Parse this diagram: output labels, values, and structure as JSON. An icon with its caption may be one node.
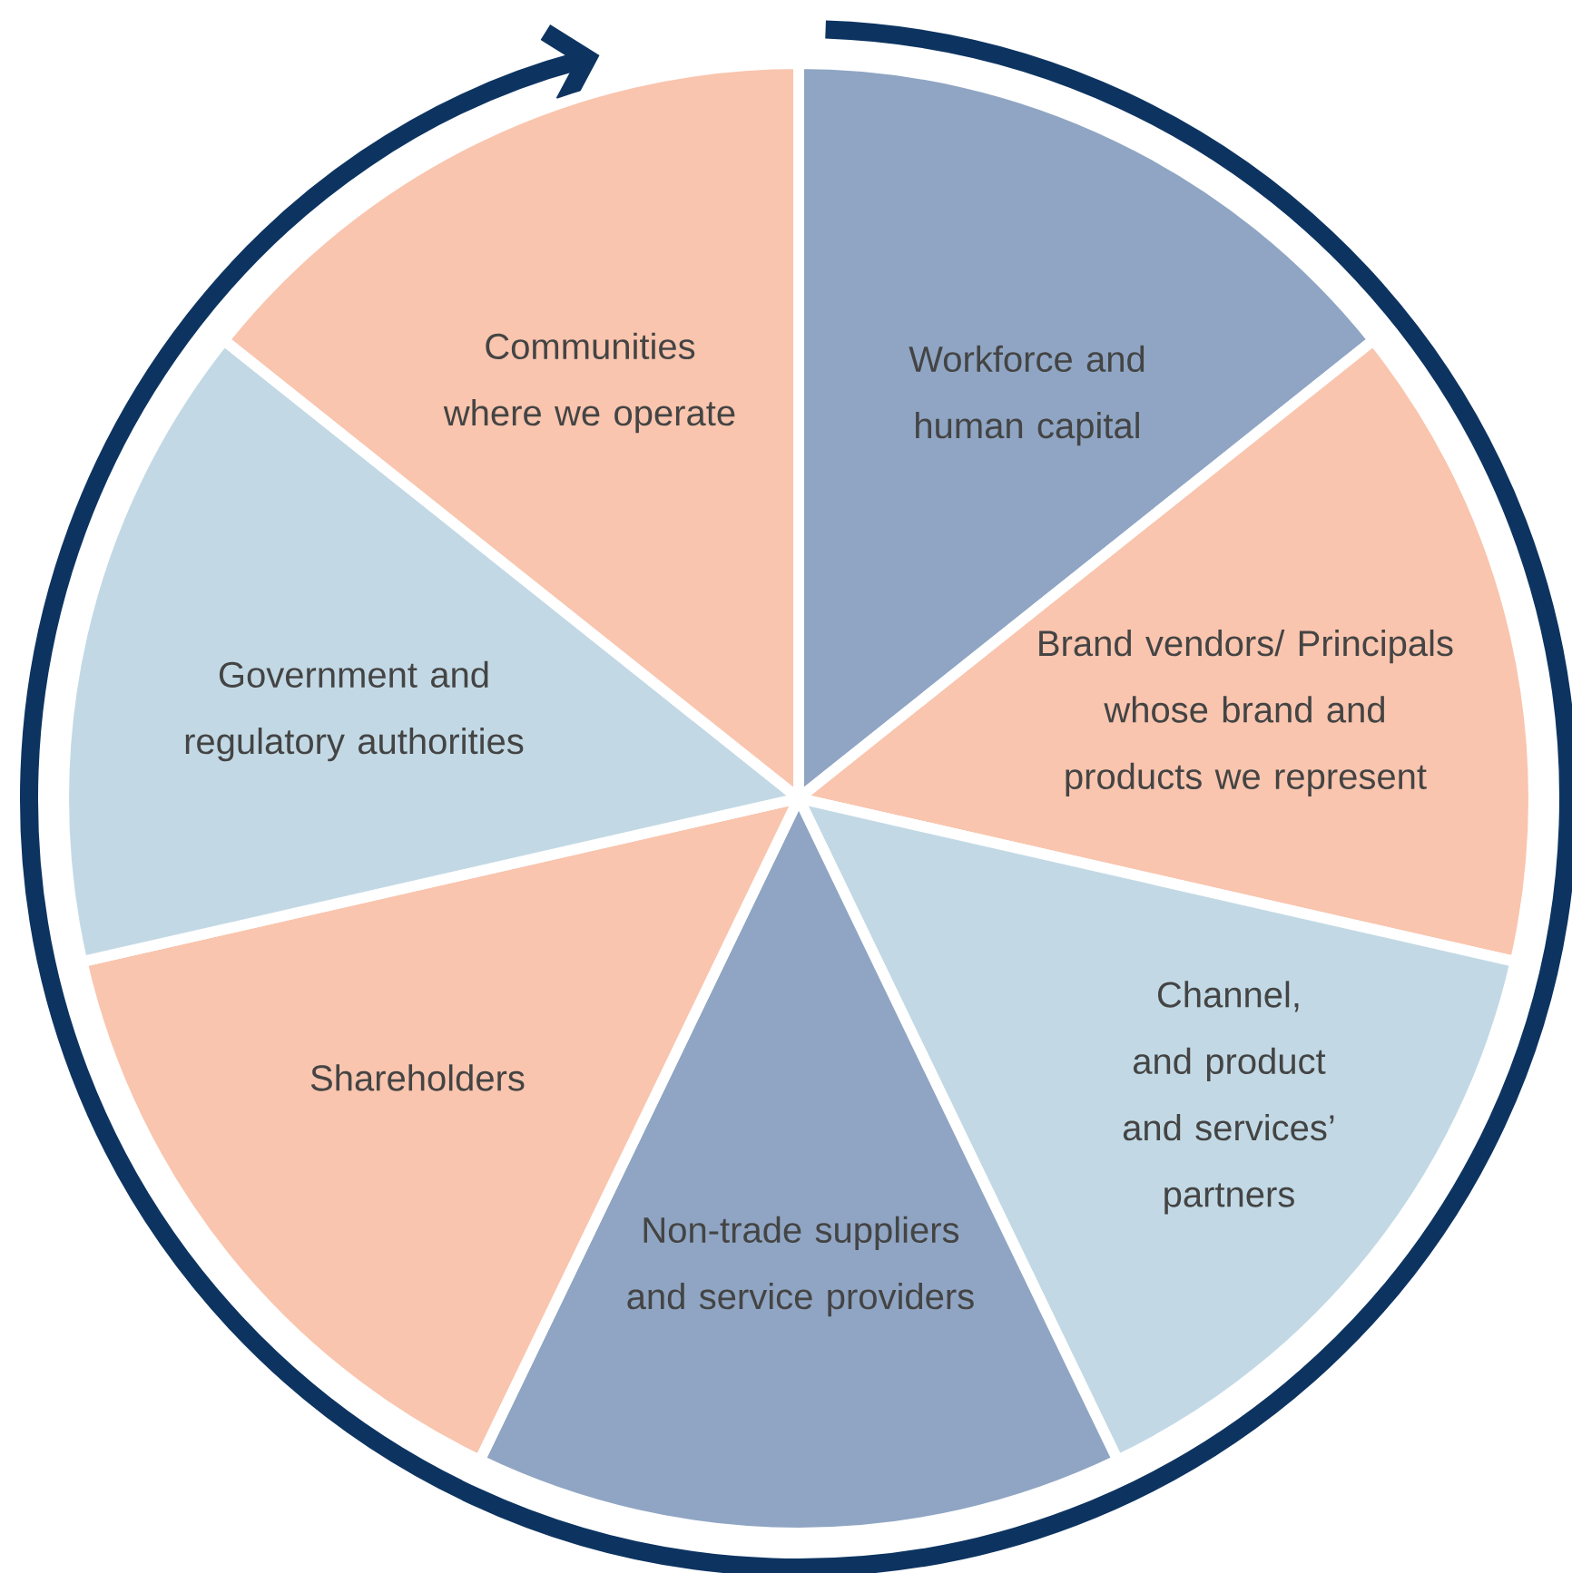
{
  "diagram": {
    "nodes": [
      {
        "text": [
          "Workforce and human capital"
        ]
      },
      {
        "text": [
          "Brand vendors/ Principals whose brand and products we represent"
        ]
      },
      {
        "text": [
          "Channel, and product and services’ partners"
        ]
      },
      {
        "text": [
          "Non-trade suppliers and service providers"
        ]
      },
      {
        "text": [
          "Shareholders"
        ]
      },
      {
        "text": [
          "Government and regulatory authorities"
        ]
      },
      {
        "text": [
          "Communities where we operate"
        ]
      }
    ]
  }
}
